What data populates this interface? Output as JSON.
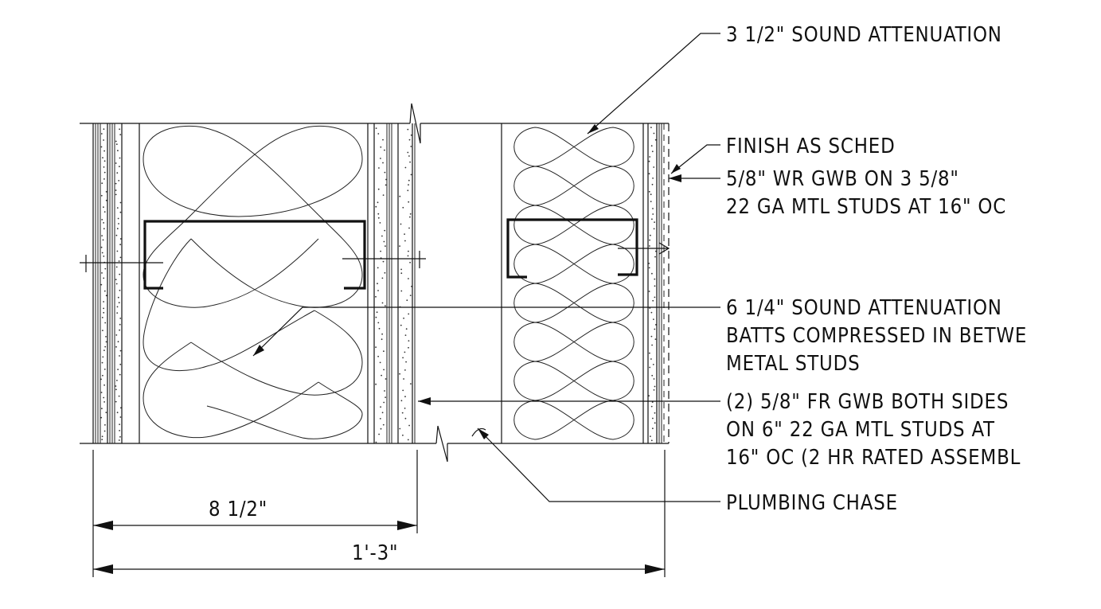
{
  "labels": {
    "sound_35": "3 1/2\" SOUND ATTENUATION",
    "finish": "FINISH AS SCHED",
    "wr_gwb_1": "5/8\" WR GWB ON 3 5/8\"",
    "wr_gwb_2": "22 GA MTL STUDS AT 16\" OC",
    "sound_625_1": "6 1/4\" SOUND ATTENUATION",
    "sound_625_2": "BATTS COMPRESSED IN BETWE",
    "sound_625_3": "METAL STUDS",
    "fr_gwb_1": "(2) 5/8\" FR GWB BOTH SIDES",
    "fr_gwb_2": "ON 6\" 22 GA MTL STUDS AT",
    "fr_gwb_3": "16\" OC (2 HR RATED ASSEMBL",
    "plumbing": "PLUMBING CHASE"
  },
  "dimensions": {
    "inner": "8 1/2\"",
    "overall": "1'-3\""
  }
}
